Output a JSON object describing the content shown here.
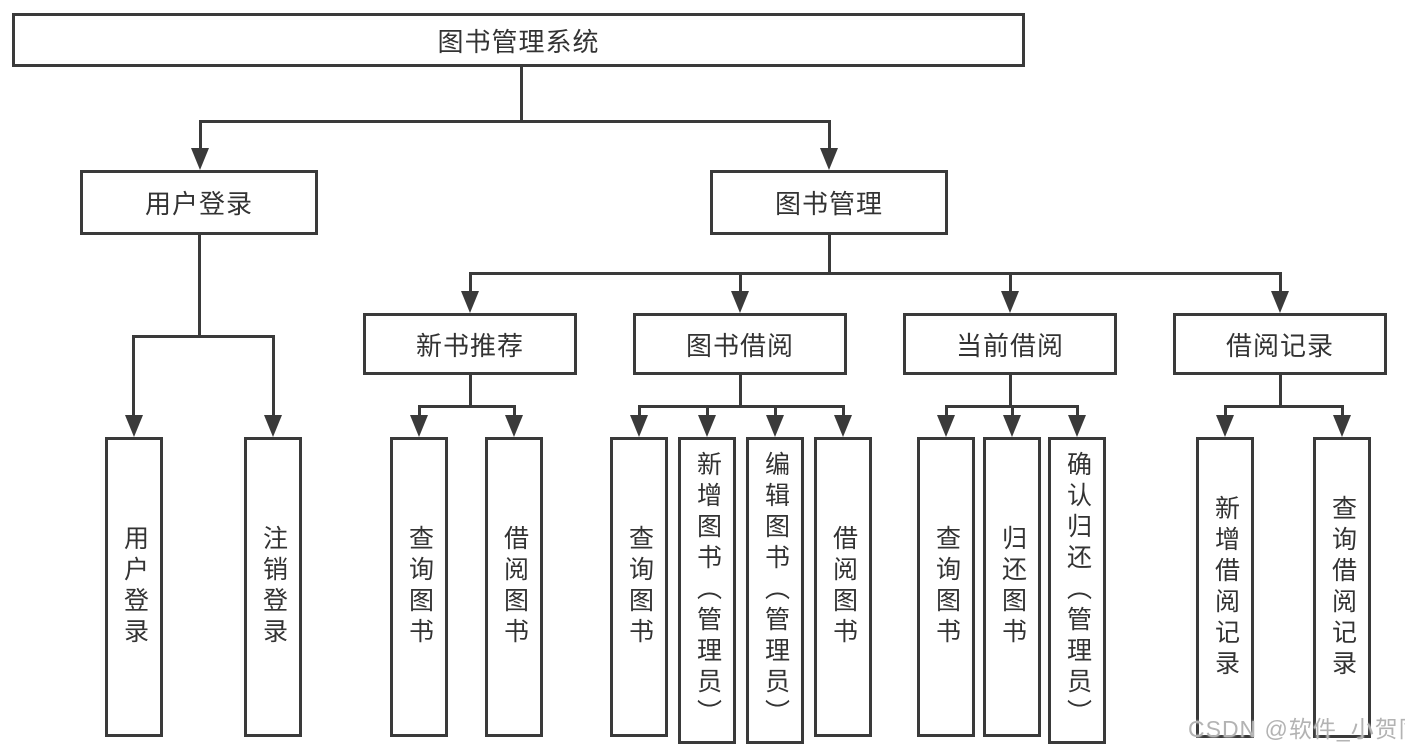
{
  "diagram": {
    "title": "图书管理系统",
    "colors": {
      "line": "#3a3a3a",
      "text": "#333333",
      "background": "#ffffff",
      "watermark": "#b3b3b3"
    },
    "level2": [
      {
        "id": "user-login",
        "label": "用户登录",
        "parent": "root"
      },
      {
        "id": "book-management",
        "label": "图书管理",
        "parent": "root"
      }
    ],
    "level3": [
      {
        "id": "new-book-recommendation",
        "label": "新书推荐",
        "parent": "book-management"
      },
      {
        "id": "book-borrowing",
        "label": "图书借阅",
        "parent": "book-management"
      },
      {
        "id": "current-borrowing",
        "label": "当前借阅",
        "parent": "book-management"
      },
      {
        "id": "borrowing-records",
        "label": "借阅记录",
        "parent": "book-management"
      }
    ],
    "leaves": [
      {
        "id": "user-login",
        "label": "用户登录",
        "parent": "user-login"
      },
      {
        "id": "logout",
        "label": "注销登录",
        "parent": "user-login"
      },
      {
        "id": "query-books-1",
        "label": "查询图书",
        "parent": "new-book-recommendation"
      },
      {
        "id": "borrow-books-1",
        "label": "借阅图书",
        "parent": "new-book-recommendation"
      },
      {
        "id": "query-books-2",
        "label": "查询图书",
        "parent": "book-borrowing"
      },
      {
        "id": "add-book-admin",
        "label": "新增图书（管理员）",
        "parent": "book-borrowing"
      },
      {
        "id": "edit-book-admin",
        "label": "编辑图书（管理员）",
        "parent": "book-borrowing"
      },
      {
        "id": "borrow-books-2",
        "label": "借阅图书",
        "parent": "book-borrowing"
      },
      {
        "id": "query-books-3",
        "label": "查询图书",
        "parent": "current-borrowing"
      },
      {
        "id": "return-book",
        "label": "归还图书",
        "parent": "current-borrowing"
      },
      {
        "id": "confirm-return-admin",
        "label": "确认归还（管理员）",
        "parent": "current-borrowing"
      },
      {
        "id": "add-borrow-record",
        "label": "新增借阅记录",
        "parent": "borrowing-records"
      },
      {
        "id": "query-borrow-record",
        "label": "查询借阅记录",
        "parent": "borrowing-records"
      }
    ]
  },
  "watermark": {
    "text": "CSDN @软件_小贺同学"
  }
}
